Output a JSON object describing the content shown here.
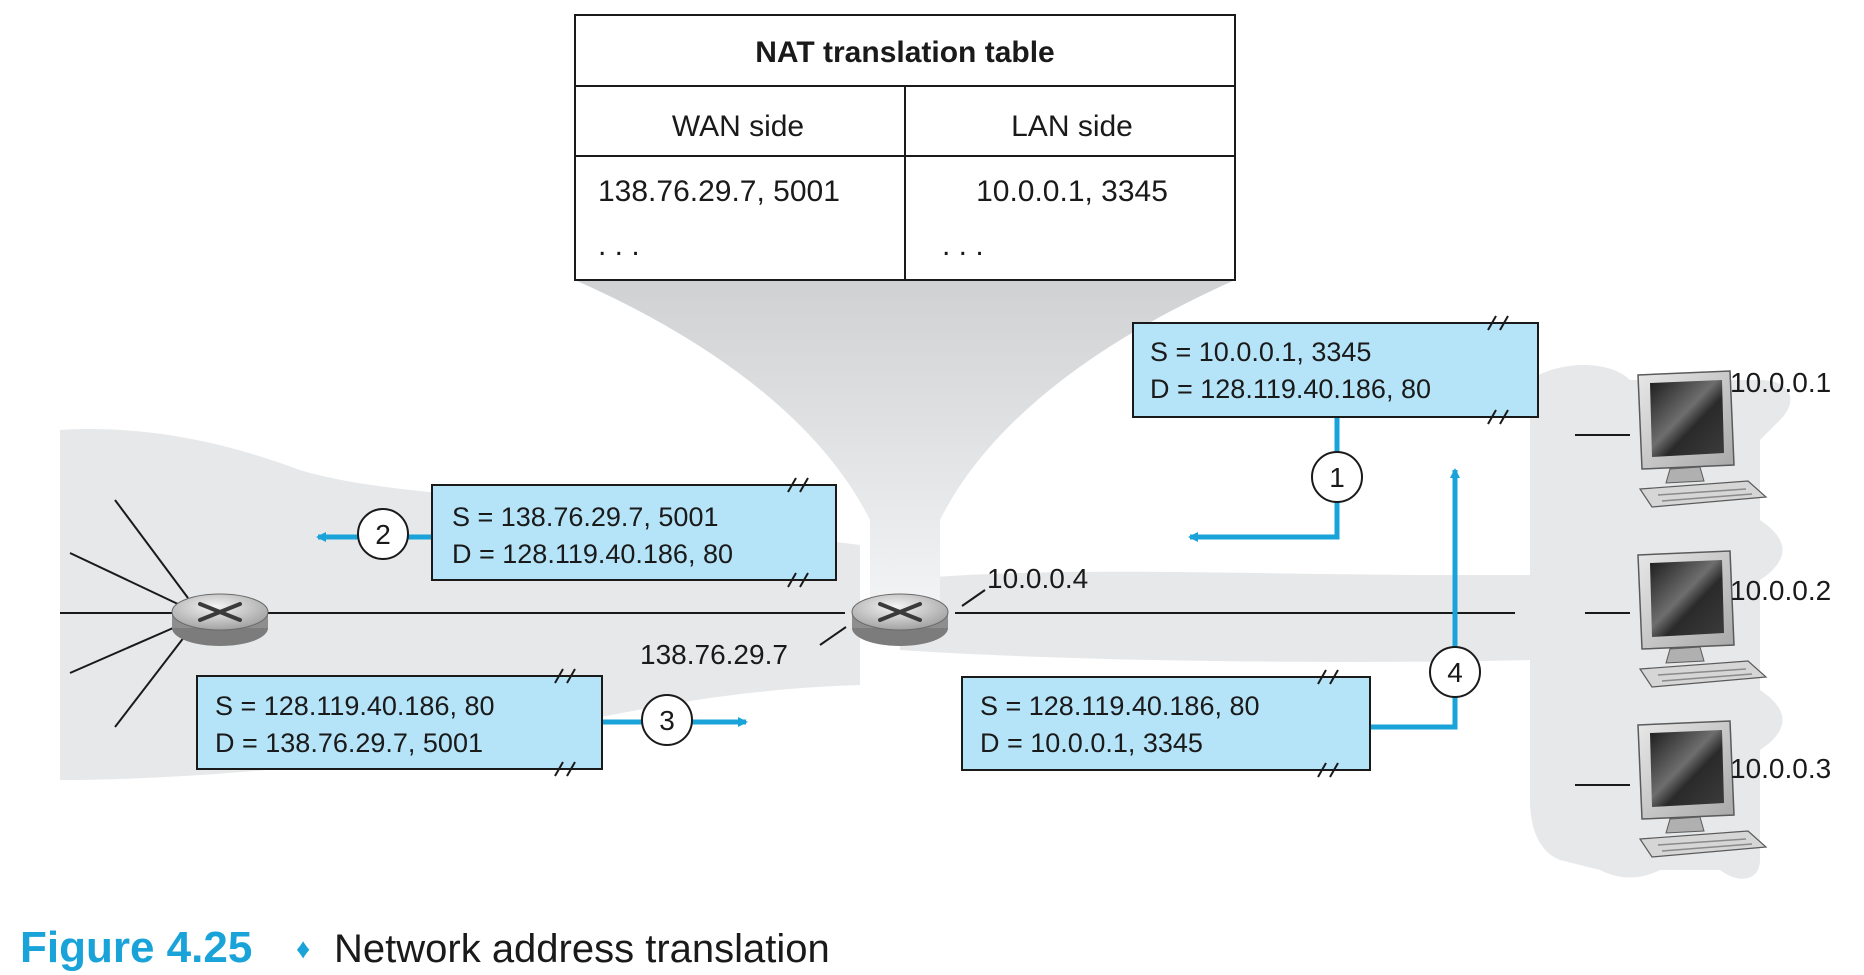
{
  "nat_table": {
    "title": "NAT translation table",
    "col_wan": "WAN side",
    "col_lan": "LAN side",
    "row1_wan": "138.76.29.7, 5001",
    "row1_lan": "10.0.0.1, 3345",
    "row2_wan": ". . .",
    "row2_lan": ". . ."
  },
  "addresses": {
    "nat_lan": "10.0.0.4",
    "nat_wan": "138.76.29.7",
    "host1": "10.0.0.1",
    "host2": "10.0.0.2",
    "host3": "10.0.0.3"
  },
  "packets": {
    "p1_s": "S = 10.0.0.1, 3345",
    "p1_d": "D = 128.119.40.186, 80",
    "p2_s": "S = 138.76.29.7, 5001",
    "p2_d": "D = 128.119.40.186, 80",
    "p3_s": "S = 128.119.40.186, 80",
    "p3_d": "D = 138.76.29.7, 5001",
    "p4_s": "S = 128.119.40.186, 80",
    "p4_d": "D = 10.0.0.1, 3345"
  },
  "steps": [
    "1",
    "2",
    "3",
    "4"
  ],
  "caption": {
    "figure": "Figure 4.25",
    "separator": "♦",
    "text": "Network address translation"
  },
  "colors": {
    "accent_blue": "#1aa3d9",
    "packet_fill": "#b5e3f8",
    "shading": "#e6e8ea",
    "funnel": "#d4d6d8"
  }
}
